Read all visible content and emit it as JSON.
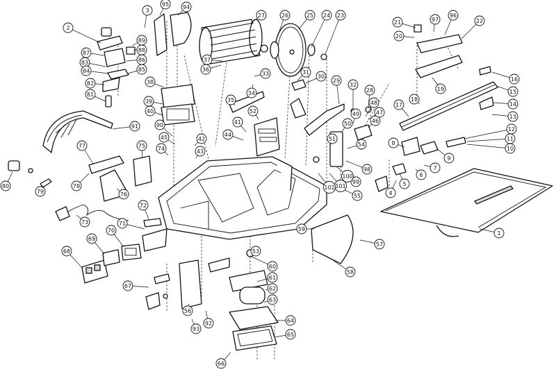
{
  "diagram": {
    "callouts": [
      "1",
      "2",
      "3",
      "4",
      "5",
      "6",
      "7",
      "8",
      "9",
      "10",
      "11",
      "12",
      "13",
      "14",
      "15",
      "16",
      "17",
      "18",
      "19",
      "20",
      "21",
      "22",
      "23",
      "24",
      "25",
      "26",
      "27",
      "28",
      "29",
      "30",
      "31",
      "32",
      "33",
      "34",
      "35",
      "36",
      "37",
      "38",
      "39",
      "40",
      "41",
      "42",
      "43",
      "44",
      "45",
      "46",
      "47",
      "48",
      "49",
      "50",
      "51",
      "52",
      "53",
      "54",
      "55",
      "56",
      "57",
      "58",
      "59",
      "60",
      "61",
      "62",
      "63",
      "64",
      "65",
      "66",
      "67",
      "68",
      "69",
      "70",
      "71",
      "72",
      "73",
      "74",
      "75",
      "76",
      "77",
      "78",
      "79",
      "80",
      "81",
      "82",
      "83",
      "84",
      "85",
      "86",
      "87",
      "88",
      "89",
      "90",
      "91",
      "92",
      "93",
      "94",
      "95",
      "96",
      "97",
      "98",
      "99",
      "100",
      "101",
      "102"
    ]
  }
}
